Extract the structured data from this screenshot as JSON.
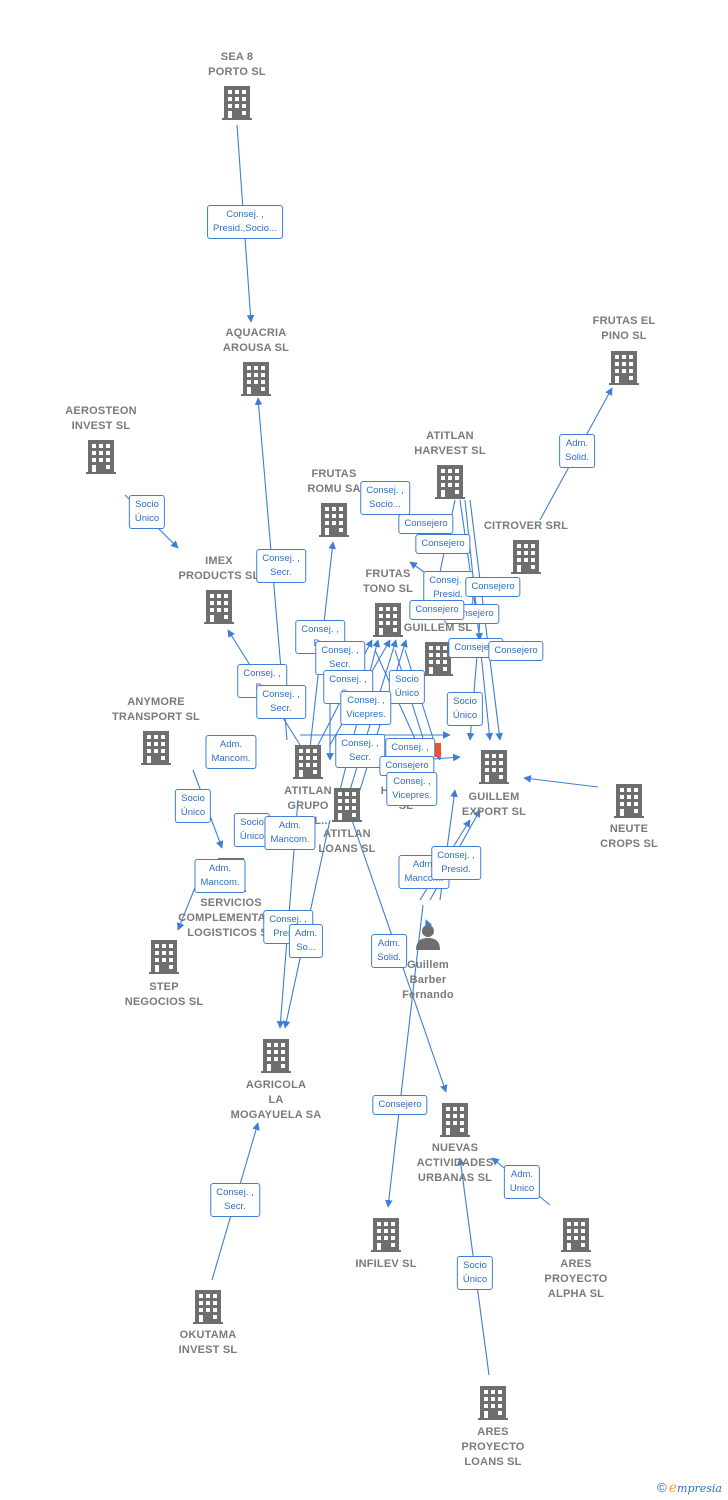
{
  "colors": {
    "edge": "#3d7fd4",
    "icon": "#6e6e6e",
    "highlight": "#f0532b",
    "label": "#7a7a7a"
  },
  "nodes": [
    {
      "id": "sea8",
      "label": "SEA 8\nPORTO SL",
      "icon": "building-icon"
    },
    {
      "id": "aquacria",
      "label": "AQUACRIA\nAROUSA SL",
      "icon": "building-icon"
    },
    {
      "id": "aerosteon",
      "label": "AEROSTEON\nINVEST  SL",
      "icon": "building-icon"
    },
    {
      "id": "frutaspino",
      "label": "FRUTAS EL\nPINO SL",
      "icon": "building-icon"
    },
    {
      "id": "atitlanharvest",
      "label": "ATITLAN\nHARVEST  SL",
      "icon": "building-icon"
    },
    {
      "id": "frutasromu",
      "label": "FRUTAS\nROMU SA",
      "icon": "building-icon"
    },
    {
      "id": "citrover",
      "label": "CITROVER SRL",
      "icon": "building-icon"
    },
    {
      "id": "imex",
      "label": "IMEX\nPRODUCTS SL",
      "icon": "building-icon"
    },
    {
      "id": "frutastono",
      "label": "FRUTAS\nTONO SL",
      "icon": "building-icon"
    },
    {
      "id": "guillemsl",
      "label": "GUILLEM  SL",
      "icon": "building-icon"
    },
    {
      "id": "anymore",
      "label": "ANYMORE\nTRANSPORT SL",
      "icon": "building-icon"
    },
    {
      "id": "atitlangrupo",
      "label": "ATITLAN\nGRUPO\n...RIAL...",
      "icon": "building-icon"
    },
    {
      "id": "atitlanloans",
      "label": "ATITLAN\nLOANS  SL",
      "icon": "building-icon"
    },
    {
      "id": "holding",
      "label": "HO...OLA\nSL",
      "icon": "building-icon"
    },
    {
      "id": "guillemexport",
      "label": "GUILLEM\nEXPORT SL",
      "icon": "building-icon"
    },
    {
      "id": "neute",
      "label": "NEUTE\nCROPS  SL",
      "icon": "building-icon"
    },
    {
      "id": "servicios",
      "label": "SERVICIOS\nCOMPLEMENTAR...\nLOGISTICOS SL",
      "icon": "building-icon"
    },
    {
      "id": "step",
      "label": "STEP\nNEGOCIOS SL",
      "icon": "building-icon"
    },
    {
      "id": "person",
      "label": "Guillem\nBarber\nFernando",
      "icon": "person-icon"
    },
    {
      "id": "agricola",
      "label": "AGRICOLA\nLA\nMOGAYUELA SA",
      "icon": "building-icon"
    },
    {
      "id": "nuevas",
      "label": "NUEVAS\nACTIVIDADES\nURBANAS SL",
      "icon": "building-icon"
    },
    {
      "id": "infilev",
      "label": "INFILEV SL",
      "icon": "building-icon"
    },
    {
      "id": "aresalpha",
      "label": "ARES\nPROYECTO\nALPHA  SL",
      "icon": "building-icon"
    },
    {
      "id": "okutama",
      "label": "OKUTAMA\nINVEST  SL",
      "icon": "building-icon"
    },
    {
      "id": "aresloans",
      "label": "ARES\nPROYECTO\nLOANS  SL",
      "icon": "building-icon"
    }
  ],
  "relations": [
    {
      "label": "Consej. ,\nPresid.,Socio..."
    },
    {
      "label": "Socio\nÚnico"
    },
    {
      "label": "Adm.\nSolid."
    },
    {
      "label": "Consej. ,\nSocio..."
    },
    {
      "label": "Consejero"
    },
    {
      "label": "Consejero"
    },
    {
      "label": "Consej. ,\nSecr."
    },
    {
      "label": "Consej. ,\nPresid."
    },
    {
      "label": "Consejero"
    },
    {
      "label": "Consejero"
    },
    {
      "label": "Consejero"
    },
    {
      "label": "Consejero"
    },
    {
      "label": "Consejero"
    },
    {
      "label": "Consej. ,\nP..."
    },
    {
      "label": "Consej. ,\nSecr."
    },
    {
      "label": "Consej. ,\nP..."
    },
    {
      "label": "Consej. ,\nSecr."
    },
    {
      "label": "Consej. ,\nS..."
    },
    {
      "label": "Socio\nÚnico"
    },
    {
      "label": "Socio\nÚnico"
    },
    {
      "label": "Consej. ,\nVicepres."
    },
    {
      "label": "Adm.\nMancom."
    },
    {
      "label": "Consej. ,\nSecr."
    },
    {
      "label": "Consej. ,"
    },
    {
      "label": "Consejero"
    },
    {
      "label": "Consej. ,\nVicepres."
    },
    {
      "label": "Socio\nÚnico"
    },
    {
      "label": "Socio\nÚnico"
    },
    {
      "label": "Adm.\nMancom."
    },
    {
      "label": "Adm.\nMancom."
    },
    {
      "label": "Adm.\nMancom."
    },
    {
      "label": "Consej. ,\nPresid."
    },
    {
      "label": "Consej. ,\nPresid."
    },
    {
      "label": "Adm.\nSo..."
    },
    {
      "label": "Adm.\nSolid."
    },
    {
      "label": "Consejero"
    },
    {
      "label": "Adm.\nUnico"
    },
    {
      "label": "Consej. ,\nSecr."
    },
    {
      "label": "Socio\nÚnico"
    },
    {
      "label": "Consejero"
    }
  ],
  "brand": {
    "symbol": "©",
    "initial": "e",
    "rest": "mpresia"
  }
}
